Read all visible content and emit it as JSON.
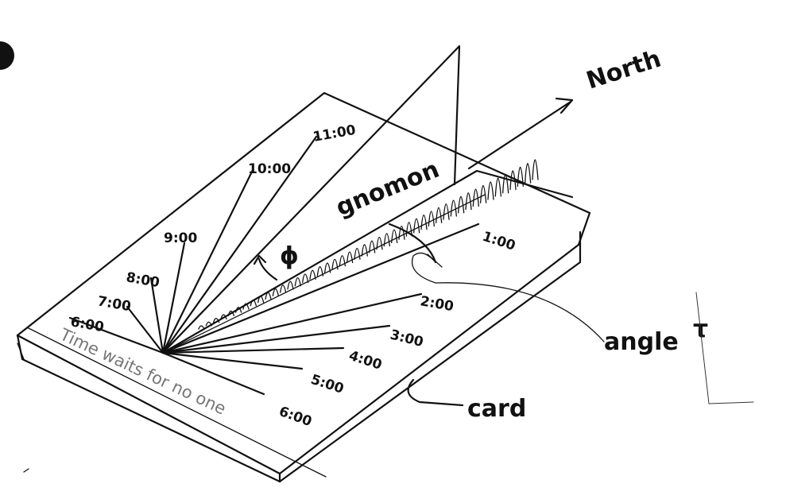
{
  "labels": {
    "north": "North",
    "gnomon": "gnomon",
    "phi": "ϕ",
    "angle": "angle",
    "tau": "τ",
    "card": "card",
    "motto": "Time waits for no one"
  },
  "hours_morning": [
    "6:00",
    "7:00",
    "8:00",
    "9:00",
    "10:00",
    "11:00"
  ],
  "hours_afternoon": [
    "1:00",
    "2:00",
    "3:00",
    "4:00",
    "5:00",
    "6:00"
  ],
  "colors": {
    "ink": "#111111",
    "motto": "#777777",
    "paper": "#ffffff"
  }
}
